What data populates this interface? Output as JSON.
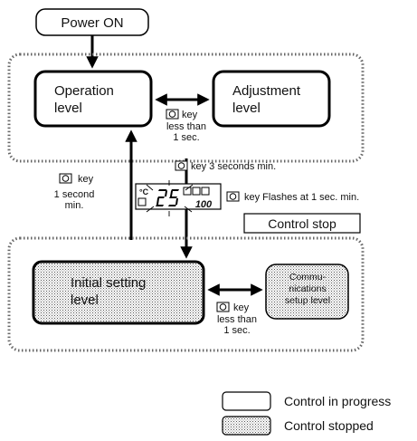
{
  "nodes": {
    "power_on": "Power ON",
    "operation_level": [
      "Operation",
      "level"
    ],
    "adjustment_level": [
      "Adjustment",
      "level"
    ],
    "initial_setting_level": [
      "Initial setting",
      "level"
    ],
    "communications_setup_level": [
      "Commu-",
      "nications",
      "setup level"
    ]
  },
  "transitions": {
    "op_adj_key": [
      "key",
      "less than",
      "1 sec."
    ],
    "op_to_initial_key": "key 3 seconds min.",
    "flashes_key": "key Flashes at 1 sec. min.",
    "initial_to_op_key": [
      "key",
      "1 second",
      "min."
    ],
    "initial_comm_key": [
      "key",
      "less than",
      "1 sec."
    ]
  },
  "display": {
    "unit": "°C",
    "value": "25",
    "setpoint": "100"
  },
  "status_box": "Control stop",
  "legend": [
    {
      "label": "Control in progress",
      "style": "plain"
    },
    {
      "label": "Control stopped",
      "style": "dotted"
    }
  ],
  "colors": {
    "stroke": "#000000",
    "shade": "#d9d9d9",
    "bg": "#ffffff"
  }
}
